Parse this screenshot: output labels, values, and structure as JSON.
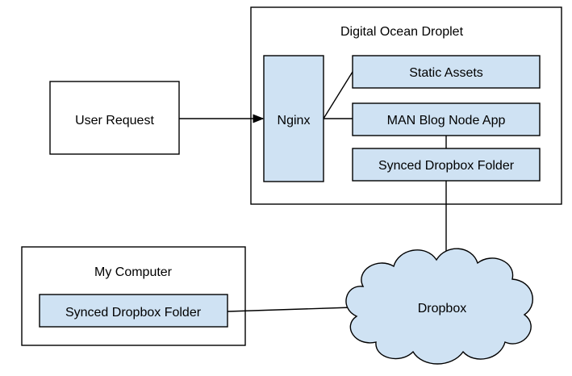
{
  "nodes": {
    "droplet_label": "Digital Ocean Droplet",
    "user_request": "User Request",
    "nginx": "Nginx",
    "static_assets": "Static Assets",
    "blog_app": "MAN Blog Node App",
    "droplet_synced": "Synced Dropbox Folder",
    "my_computer_label": "My Computer",
    "local_synced": "Synced Dropbox Folder",
    "dropbox": "Dropbox"
  },
  "colors": {
    "box_fill": "#cfe2f3",
    "stroke": "#000000",
    "background": "#ffffff"
  }
}
